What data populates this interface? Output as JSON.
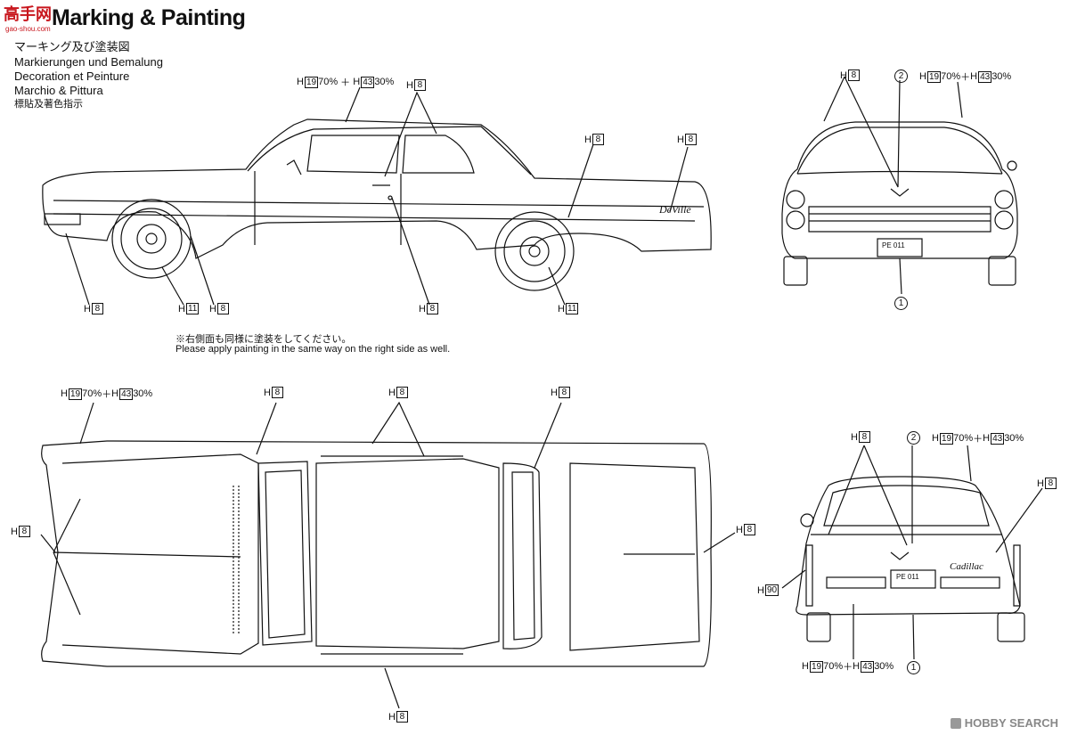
{
  "header": {
    "logo_text": "高手网",
    "logo_url": "gao-shou.com",
    "title": "Marking & Painting"
  },
  "subtitles": [
    "マーキング及び塗装図",
    "Markierungen und Bemalung",
    "Decoration et Peinture",
    "Marchio & Pittura",
    "標貼及著色指示"
  ],
  "notes": {
    "jp": "※右側面も同様に塗装をしてください。",
    "en": "Please apply painting in the same way on the right side as well."
  },
  "colors": {
    "line": "#111111",
    "watermark": "#888888",
    "logo": "#c8161d"
  },
  "paint_codes": {
    "h8": "8",
    "h11": "11",
    "h19": "19",
    "h43": "43",
    "h90": "90",
    "mix_percent_a": "70%",
    "mix_percent_b": "30%",
    "h": "H",
    "plus": "＋"
  },
  "callouts": {
    "one": "1",
    "two": "2"
  },
  "car_badges": {
    "deville": "DeVille",
    "cadillac": "Cadillac",
    "plate": "PE 011"
  },
  "watermark": {
    "text": "HOBBY SEARCH"
  }
}
